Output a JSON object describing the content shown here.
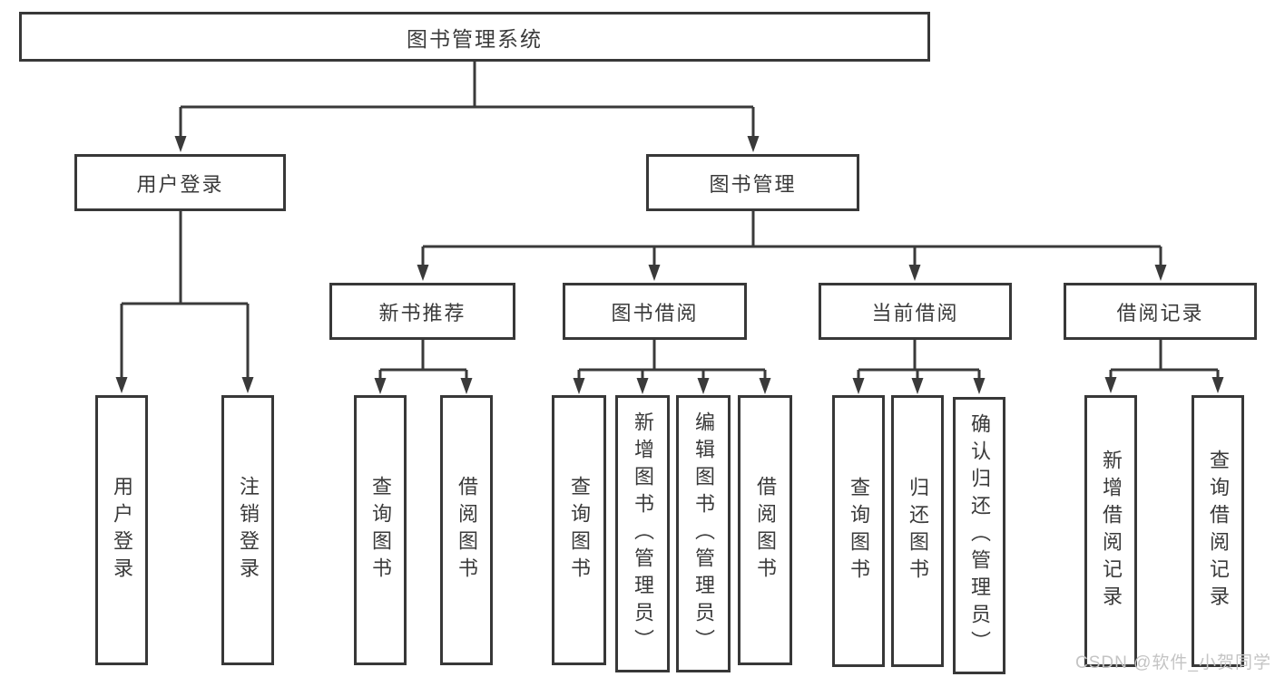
{
  "page": {
    "background": "#ffffff",
    "line_color": "#3a3a3a",
    "box_border_color": "#383838",
    "text_color": "#3a3a3a"
  },
  "watermark": {
    "text": "CSDN @软件_小贺同学",
    "color": "#c4c4c4"
  },
  "nodes": {
    "root": "图书管理系统",
    "user_login": "用户登录",
    "book_mgmt": "图书管理",
    "new_book": "新书推荐",
    "book_borrow": "图书借阅",
    "current_borrow": "当前借阅",
    "borrow_record": "借阅记录",
    "leaf_user_login": "用户登录",
    "leaf_logout": "注销登录",
    "leaf_query_book_1": "查询图书",
    "leaf_borrow_book_1": "借阅图书",
    "leaf_query_book_2": "查询图书",
    "leaf_add_book": "新增图书（管理员）",
    "leaf_edit_book": "编辑图书（管理员）",
    "leaf_borrow_book_2": "借阅图书",
    "leaf_query_book_3": "查询图书",
    "leaf_return_book": "归还图书",
    "leaf_confirm_return": "确认归还（管理员）",
    "leaf_add_record": "新增借阅记录",
    "leaf_query_record": "查询借阅记录"
  }
}
